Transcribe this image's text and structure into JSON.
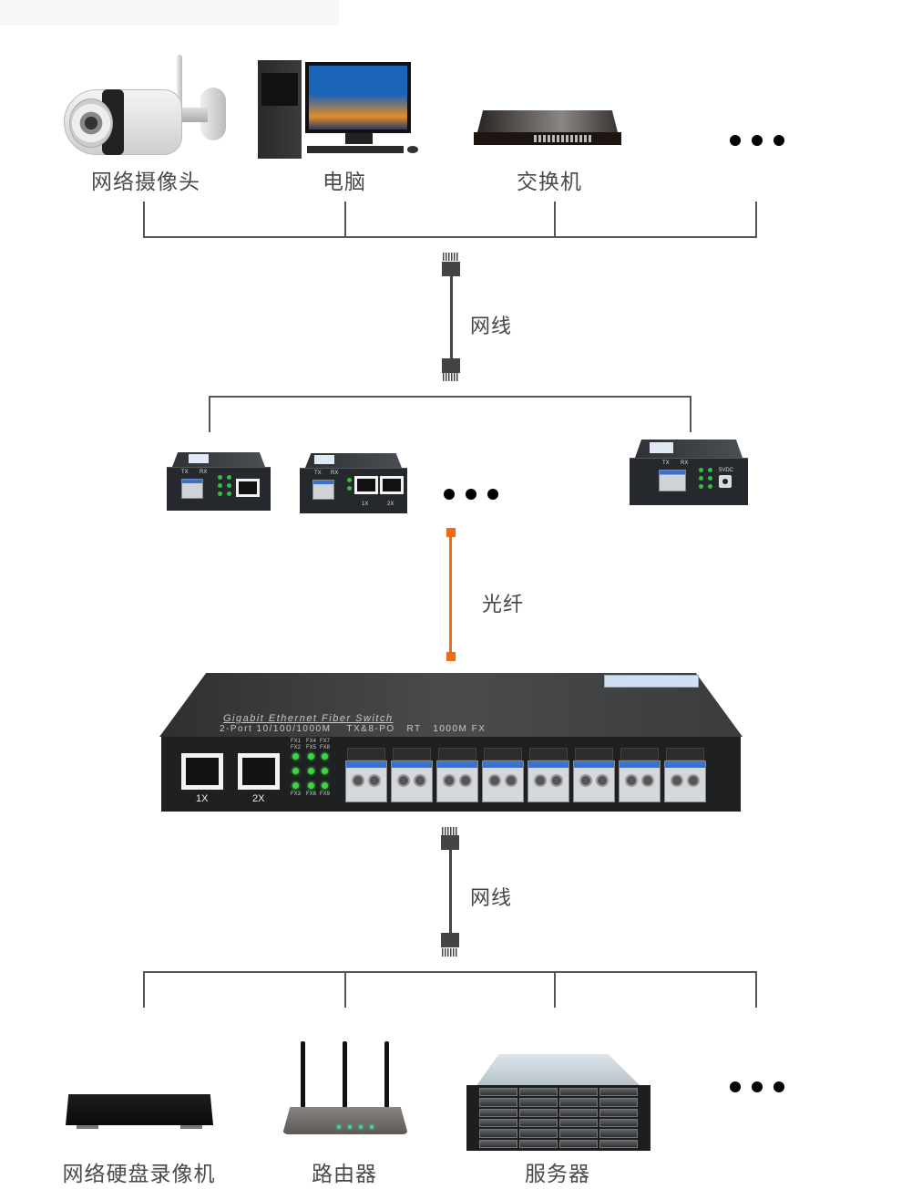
{
  "diagram": {
    "top_devices": [
      {
        "name": "网络摄像头",
        "icon": "ip-camera-icon"
      },
      {
        "name": "电脑",
        "icon": "desktop-computer-icon"
      },
      {
        "name": "交换机",
        "icon": "network-switch-icon"
      },
      {
        "name": "more",
        "icon": "ellipsis-icon"
      }
    ],
    "cable_top": {
      "label": "网线",
      "type": "ethernet",
      "color": "#444444"
    },
    "media_converters": [
      {
        "icon": "media-converter-1fx-1rj45-icon",
        "port_labels": [
          "TX",
          "RX"
        ]
      },
      {
        "icon": "media-converter-1fx-2rj45-icon",
        "port_labels": [
          "TX",
          "RX",
          "1X",
          "2X"
        ]
      },
      {
        "icon": "ellipsis-icon"
      },
      {
        "icon": "media-converter-1fx-1rj45-5vdc-icon",
        "port_labels": [
          "TX",
          "RX",
          "5VDC"
        ]
      }
    ],
    "fiber": {
      "label": "光纤",
      "type": "fiber",
      "color": "#F26A10"
    },
    "fiber_switch": {
      "title": "Gigabit Ethernet Fiber Switch",
      "subtitle": "2-Port 10/100/1000M    TX&8-PO   RT   1000M FX",
      "rj45_ports": [
        "1X",
        "2X"
      ],
      "led_labels_top": [
        "FX1",
        "FX4",
        "FX7"
      ],
      "led_labels_mid": [
        "FX2",
        "FX5",
        "FX8"
      ],
      "led_labels_bottom": [
        "FX3",
        "FX6",
        "FX9"
      ],
      "sfp_port_count": 8
    },
    "cable_bottom": {
      "label": "网线",
      "type": "ethernet",
      "color": "#444444"
    },
    "bottom_devices": [
      {
        "name": "网络硬盘录像机",
        "icon": "nvr-icon"
      },
      {
        "name": "路由器",
        "icon": "router-icon"
      },
      {
        "name": "服务器",
        "icon": "server-icon"
      },
      {
        "name": "more",
        "icon": "ellipsis-icon"
      }
    ]
  }
}
